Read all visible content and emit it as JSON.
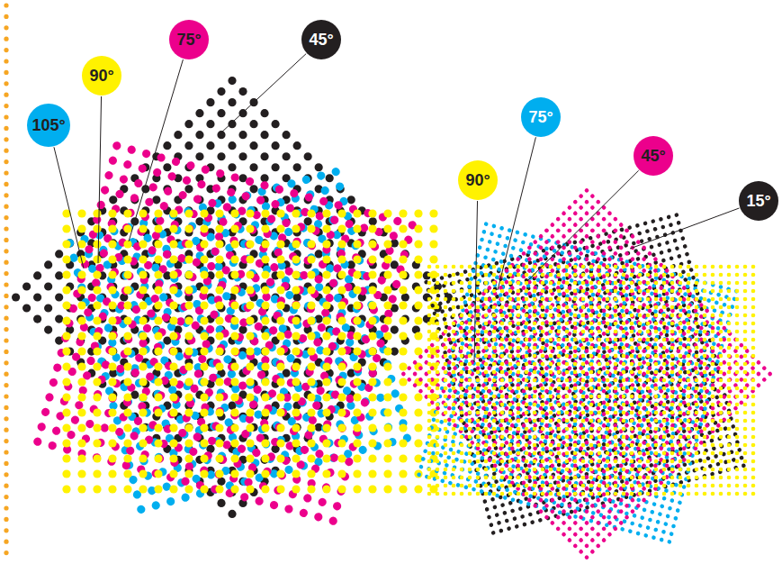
{
  "diagram": {
    "nodes": [
      {
        "text": [
          "75°"
        ]
      },
      {
        "text": [
          "45°"
        ]
      },
      {
        "text": [
          "90°"
        ]
      },
      {
        "text": [
          "105°"
        ]
      },
      {
        "text": [
          "75°"
        ]
      },
      {
        "text": [
          "45°"
        ]
      },
      {
        "text": [
          "90°"
        ]
      },
      {
        "text": [
          "15°"
        ]
      }
    ]
  }
}
